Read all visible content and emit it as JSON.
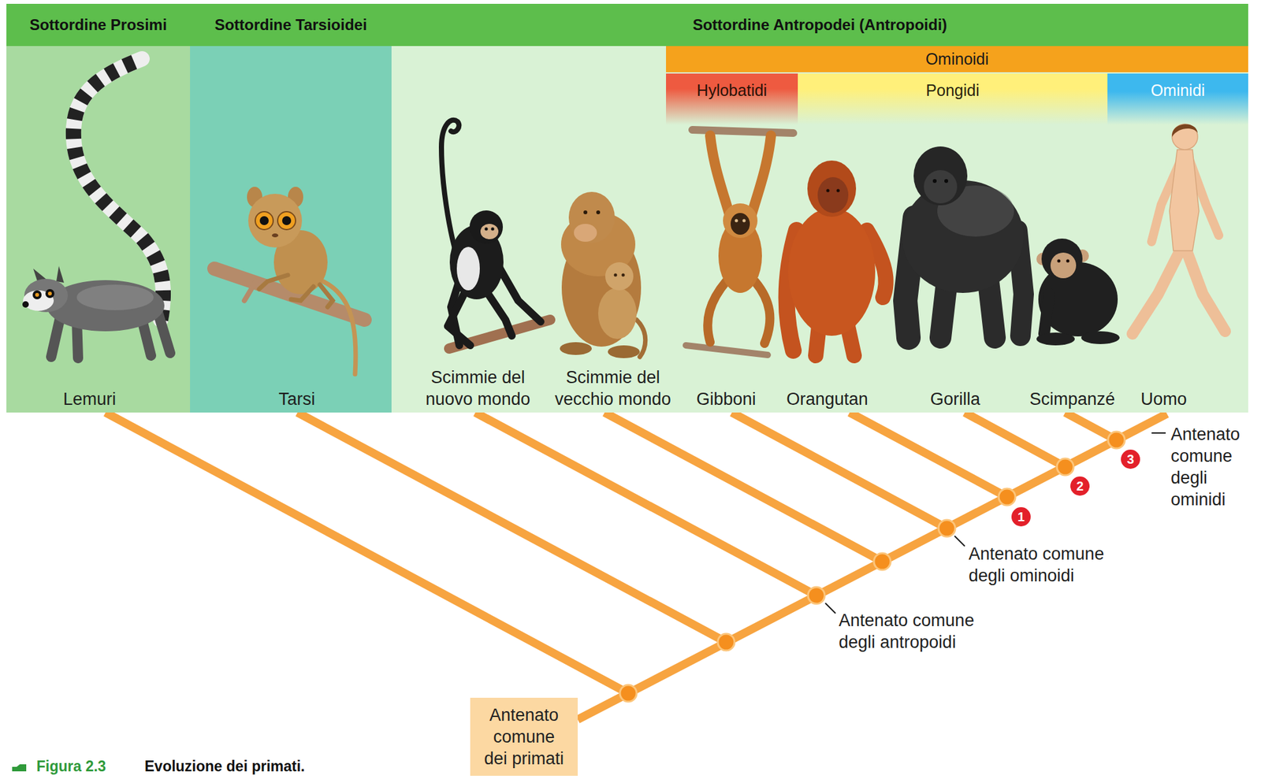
{
  "diagram": {
    "caption": "Evoluzione dei primati.",
    "nodes": [
      {
        "text": [
          "Sottordine Prosimi"
        ]
      },
      {
        "text": [
          "Sottordine Tarsioidei"
        ]
      },
      {
        "text": [
          "Sottordine Antropodei (Antropoidi)"
        ]
      },
      {
        "text": [
          "Ominoidi"
        ],
        "in": 2
      },
      {
        "text": [
          "Hylobatidi"
        ],
        "in": 2
      },
      {
        "text": [
          "Pongidi"
        ],
        "in": 2
      },
      {
        "text": [
          "Ominidi"
        ],
        "in": 2
      },
      {
        "text": [
          "Antenato comune dei primati"
        ]
      }
    ],
    "labels": [
      "Lemuri",
      "Tarsi",
      "Scimmie del nuovo mondo",
      "Scimmie del vecchio mondo",
      "Gibboni",
      "Orangutan",
      "Gorilla",
      "Scimpanzé",
      "Uomo",
      "1",
      "2",
      "3",
      "Antenato comune degli antropoidi",
      "Antenato comune degli ominoidi",
      "Antenato comune degli ominidi",
      "Figura 2.3"
    ]
  }
}
